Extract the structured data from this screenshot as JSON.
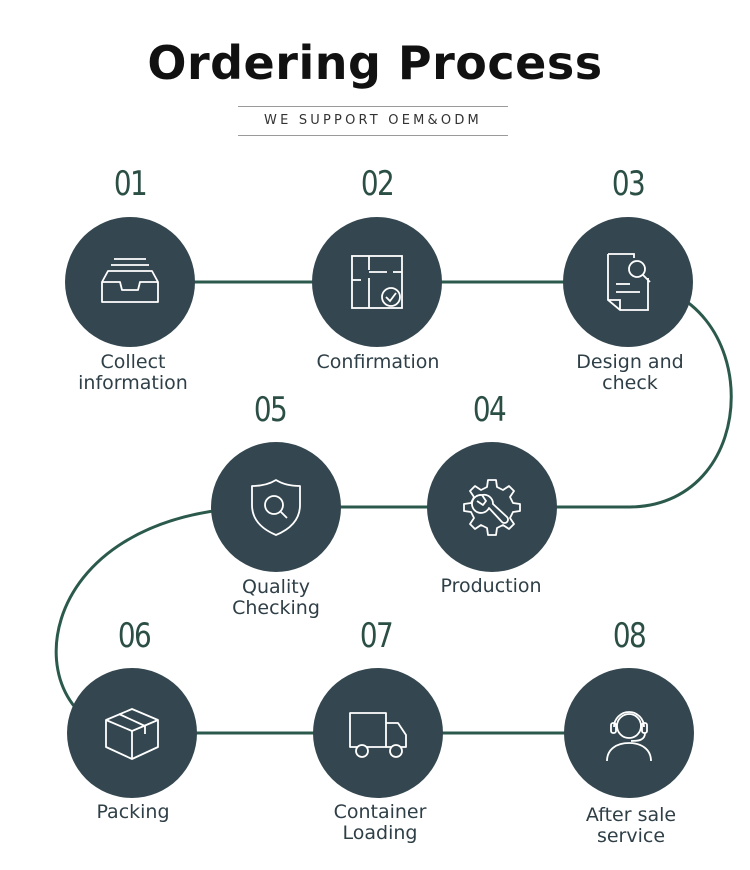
{
  "header": {
    "title": "Ordering Process",
    "subtitle": "WE SUPPORT OEM&ODM"
  },
  "colors": {
    "circle": "#344750",
    "path": "#2b5a4c",
    "number": "#2b4f45"
  },
  "steps": [
    {
      "number": "01",
      "label": "Collect\ninformation",
      "icon": "inbox-tray-icon"
    },
    {
      "number": "02",
      "label": "Confirmation",
      "icon": "floor-plan-check-icon"
    },
    {
      "number": "03",
      "label": "Design and\ncheck",
      "icon": "document-search-icon"
    },
    {
      "number": "04",
      "label": "Production",
      "icon": "gear-wrench-icon"
    },
    {
      "number": "05",
      "label": "Quality\nChecking",
      "icon": "shield-search-icon"
    },
    {
      "number": "06",
      "label": "Packing",
      "icon": "box-icon"
    },
    {
      "number": "07",
      "label": "Container\nLoading",
      "icon": "truck-icon"
    },
    {
      "number": "08",
      "label": "After sale\nservice",
      "icon": "headset-agent-icon"
    }
  ]
}
